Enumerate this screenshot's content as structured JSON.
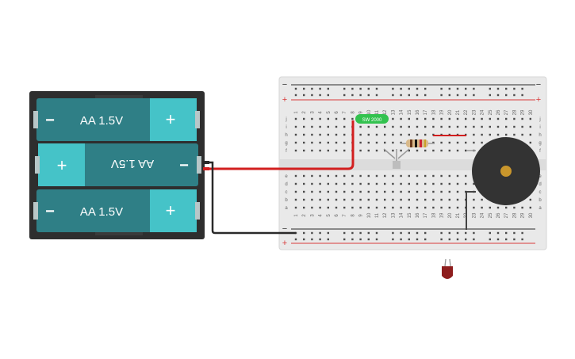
{
  "battery_pack": {
    "cells": [
      {
        "label": "AA 1.5V",
        "minus": "−",
        "plus": "+",
        "flipped": false
      },
      {
        "label": "AA 1.5V",
        "minus": "−",
        "plus": "+",
        "flipped": true
      },
      {
        "label": "AA 1.5V",
        "minus": "−",
        "plus": "+",
        "flipped": false
      }
    ]
  },
  "breadboard": {
    "row_letters_top": [
      "j",
      "i",
      "h",
      "g",
      "f"
    ],
    "row_letters_bottom": [
      "e",
      "d",
      "c",
      "b",
      "a"
    ],
    "rail_minus": "−",
    "rail_plus": "+",
    "column_count": 30
  },
  "components": {
    "switch_label": "SW 2000"
  },
  "colors": {
    "battery_case": "#2e2e2e",
    "battery_cell": "#2f7f86",
    "battery_cap": "#45c3c8",
    "wire_red": "#d21f1f",
    "wire_black": "#2a2a2a",
    "breadboard": "#e9e9e9",
    "rail_red": "#d93a3a",
    "switch_green": "#33c24f",
    "buzzer_body": "#333333",
    "buzzer_center": "#c9962c",
    "led_red": "#8e1d1d"
  }
}
